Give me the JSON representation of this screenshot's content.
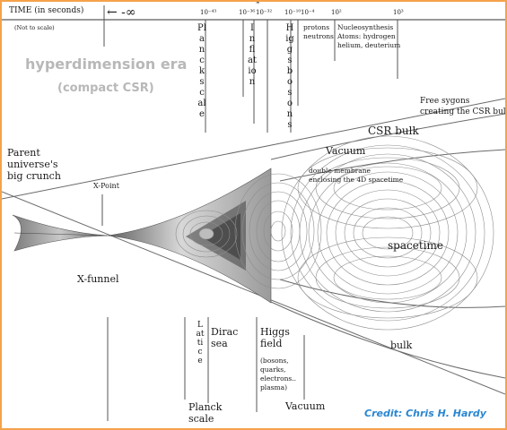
{
  "colors": {
    "border": "#f5a24a",
    "credit": "#2a86d1",
    "faint_text": "#b8b8b8",
    "ink": "#1a1a1a"
  },
  "header": {
    "time_label": "TIME (in seconds)",
    "not_to_scale": "(Not to scale)",
    "minus_infinity": "← -∞",
    "ticks": [
      {
        "label": "10⁻⁴³"
      },
      {
        "label": "10⁻³⁶"
      },
      {
        "label": "10⁻³²"
      },
      {
        "label": "10⁻¹⁰"
      },
      {
        "label": "10⁻⁴"
      },
      {
        "label": "10²"
      },
      {
        "label": "10³"
      }
    ],
    "asterisk": "*"
  },
  "eras": {
    "hyperdimension": "hyperdimension era",
    "compact_csr": "(compact CSR)"
  },
  "vertical_labels": {
    "planck_scale": "Planck scale",
    "inflation": "Inflation",
    "higgs_bosons": "Higgs bosons"
  },
  "labels": {
    "protons_neutrons": "protons\nneutrons",
    "nucleosynthesis": "Nucleosynthesis\nAtoms: hydrogen\nhelium, deuterium",
    "free_sygons": "Free sygons\ncreating the CSR bulk",
    "csr_bulk": "CSR bulk",
    "vacuum_top": "Vacuum",
    "double_membrane": "double membrane\nenclosing the 4D spacetime",
    "parent_universe": "Parent\nuniverse's\nbig crunch",
    "x_point": "X-Point",
    "spacetime": "spacetime",
    "x_funnel": "X-funnel",
    "bulk": "bulk"
  },
  "bottom": {
    "lattice": "Lattice",
    "dirac_sea": "Dirac\nsea",
    "planck_scale": "Planck\nscale",
    "higgs_field": "Higgs\nfield",
    "particles": "(bosons,\nquarks,\nelectrons..\nplasma)",
    "vacuum": "Vacuum"
  },
  "credit": "Credit: Chris H. Hardy"
}
